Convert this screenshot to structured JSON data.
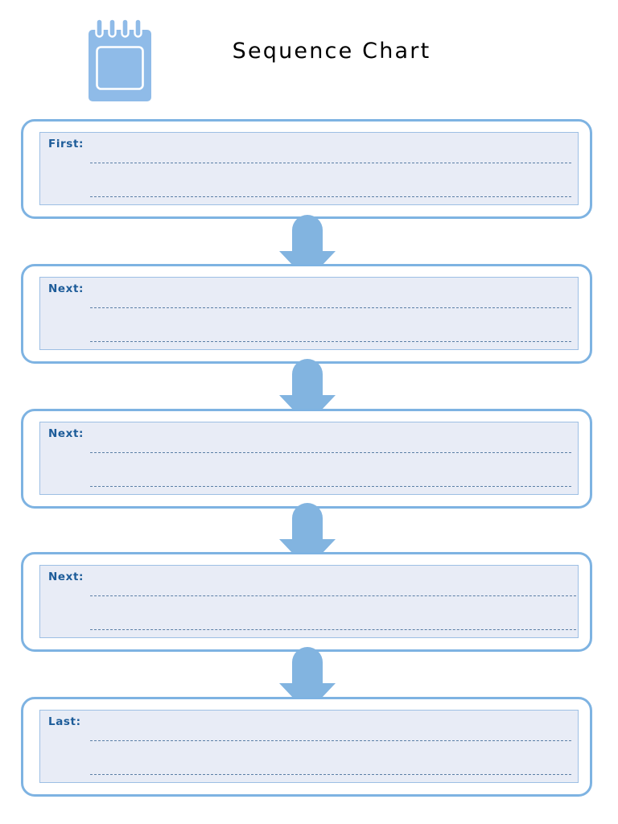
{
  "header": {
    "title": "Sequence Chart",
    "icon": "notepad-icon"
  },
  "colors": {
    "box_border": "#7eb3e2",
    "inner_fill": "#e8ecf6",
    "inner_border": "#9dbfe4",
    "label_text": "#1d5c99",
    "arrow_fill": "#82b4e0",
    "line_dash": "#5b7fa6",
    "title_text": "#000000",
    "page_background": "#ffffff"
  },
  "chart_data": {
    "type": "diagram",
    "title": "Sequence Chart",
    "steps": [
      {
        "label": "First:",
        "value": "",
        "lines": 2
      },
      {
        "label": "Next:",
        "value": "",
        "lines": 2
      },
      {
        "label": "Next:",
        "value": "",
        "lines": 2
      },
      {
        "label": "Next:",
        "value": "",
        "lines": 2
      },
      {
        "label": "Last:",
        "value": "",
        "lines": 2
      }
    ],
    "connectors": [
      {
        "name": "down-arrow-1",
        "from": 0,
        "to": 1
      },
      {
        "name": "down-arrow-2",
        "from": 1,
        "to": 2
      },
      {
        "name": "down-arrow-3",
        "from": 2,
        "to": 3
      },
      {
        "name": "down-arrow-4",
        "from": 3,
        "to": 4
      }
    ]
  }
}
